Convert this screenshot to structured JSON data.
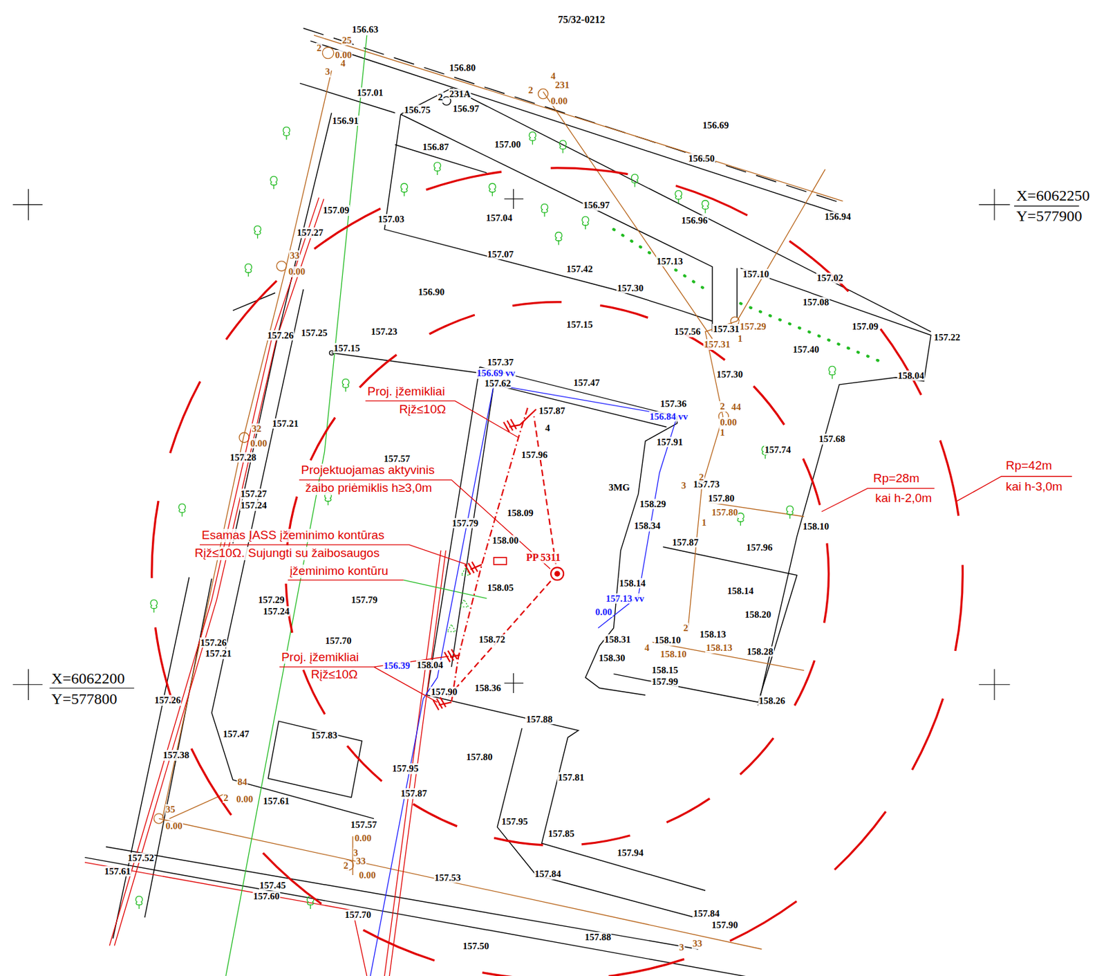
{
  "diagram": {
    "labels": [
      "75/32-0212",
      "156.63",
      "156.80",
      "157.01",
      "231A",
      "2",
      "156.75",
      "156.97",
      "156.91",
      "156.69",
      "156.87",
      "157.00",
      "156.50",
      "157.09",
      "157.03",
      "157.04",
      "156.97",
      "156.96",
      "156.94",
      "157.27",
      "157.07",
      "157.42",
      "157.13",
      "157.10",
      "157.02",
      "157.30",
      "156.90",
      "157.08",
      "157.15",
      "157.09",
      "157.56",
      "157.31",
      "157.22",
      "157.26",
      "157.25",
      "157.23",
      "157.15",
      "157.40",
      "157.37",
      "157.30",
      "158.04",
      "157.62",
      "157.47",
      "157.36",
      "157.87",
      "4",
      "157.21",
      "157.91",
      "157.68",
      "157.74",
      "157.96",
      "157.57",
      "157.28",
      "3MG",
      "157.73",
      "157.80",
      "158.29",
      "157.27",
      "157.24",
      "158.34",
      "158.09",
      "157.79",
      "158.10",
      "157.87",
      "157.96",
      "158.00",
      "158.05",
      "158.14",
      "158.14",
      "157.79",
      "157.29",
      "157.24",
      "158.20",
      "157.26",
      "157.21",
      "157.70",
      "158.72",
      "158.31",
      "158.10",
      "158.13",
      "158.28",
      "158.30",
      "158.15",
      "157.99",
      "158.04",
      "158.36",
      "157.90",
      "157.26",
      "158.26",
      "157.88",
      "157.47",
      "157.83",
      "157.80",
      "157.38",
      "157.95",
      "157.81",
      "157.61",
      "157.87",
      "157.95",
      "157.85",
      "157.57",
      "157.94",
      "157.52",
      "157.61",
      "157.53",
      "157.84",
      "157.45",
      "157.60",
      "157.70",
      "157.84",
      "157.90",
      "157.88",
      "157.50",
      "2",
      "25",
      "0.00",
      "4",
      "3",
      "4",
      "231",
      "0.00",
      "2",
      "33",
      "0.00",
      "32",
      "0.00",
      "157.29",
      "1",
      "157.31",
      "2",
      "44",
      "0.00",
      "1",
      "2",
      "3",
      "157.80",
      "1",
      "2",
      "158.13",
      "158.10",
      "4",
      "84",
      "2",
      "0.00",
      "35",
      "0.00",
      "0.00",
      "3",
      "2",
      "33",
      "0.00",
      "3",
      "33",
      "156.69 vv",
      "156.84 vv",
      "157.13 vv",
      "0.00",
      "156.39",
      "Proj. įžemikliai",
      "Rįž≤10Ω",
      "Projektuojamas aktyvinis",
      "žaibo priėmiklis h≥3,0m",
      "Esamas ĮASS įžeminimo kontūras",
      "Rįž≤10Ω. Sujungti su žaibosaugos",
      "įžeminimo kontūru",
      "Proj. įžemikliai",
      "Rįž≤10Ω",
      "PP 5311",
      "Rp=28m",
      "kai h-2,0m",
      "Rp=42m",
      "kai h-3,0m",
      "X=6062250",
      "Y=577900",
      "X=6062200",
      "Y=577800"
    ]
  }
}
